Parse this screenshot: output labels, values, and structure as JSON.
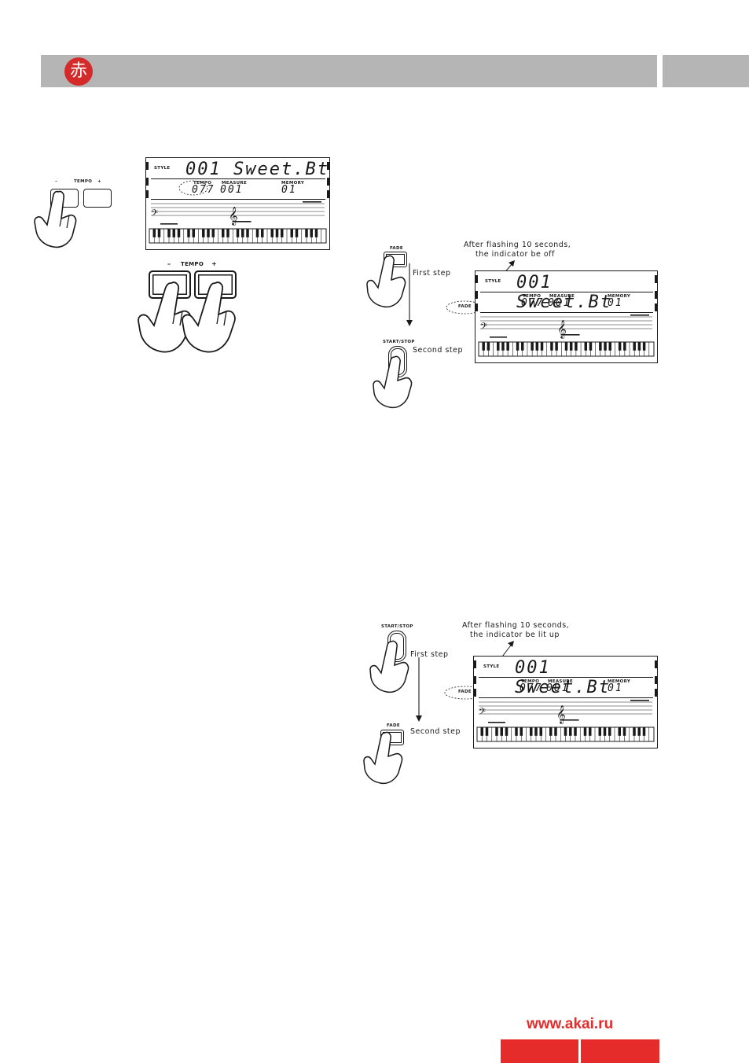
{
  "header": {
    "logo_glyph": "赤"
  },
  "lcd": {
    "style_label": "STYLE",
    "style_value": "001 Sweet.Bt",
    "tempo_label": "TEMPO",
    "tempo_value": "077",
    "measure_label": "MEASURE",
    "measure_value": "001",
    "memory_label": "MEMORY",
    "memory_value": "01",
    "fade_label": "FADE"
  },
  "figure1": {
    "small_tempo_label": "TEMPO",
    "small_minus": "–",
    "small_plus": "+",
    "big_tempo_label": "TEMPO",
    "big_minus": "–",
    "big_plus": "+"
  },
  "figure2": {
    "fade_button": "FADE",
    "start_stop_button": "START/STOP",
    "first_step": "First step",
    "second_step": "Second step",
    "note_line1": "After flashing 10 seconds,",
    "note_line2": "the indicator be off"
  },
  "figure3": {
    "start_stop_button": "START/STOP",
    "fade_button": "FADE",
    "first_step": "First step",
    "second_step": "Second step",
    "note_line1": "After flashing 10 seconds,",
    "note_line2": "the indicator be lit up"
  },
  "footer": {
    "url": "www.akai.ru"
  },
  "colors": {
    "header_band": "#b5b5b5",
    "logo_red": "#d42a2a",
    "brand_red": "#e62b2b"
  }
}
